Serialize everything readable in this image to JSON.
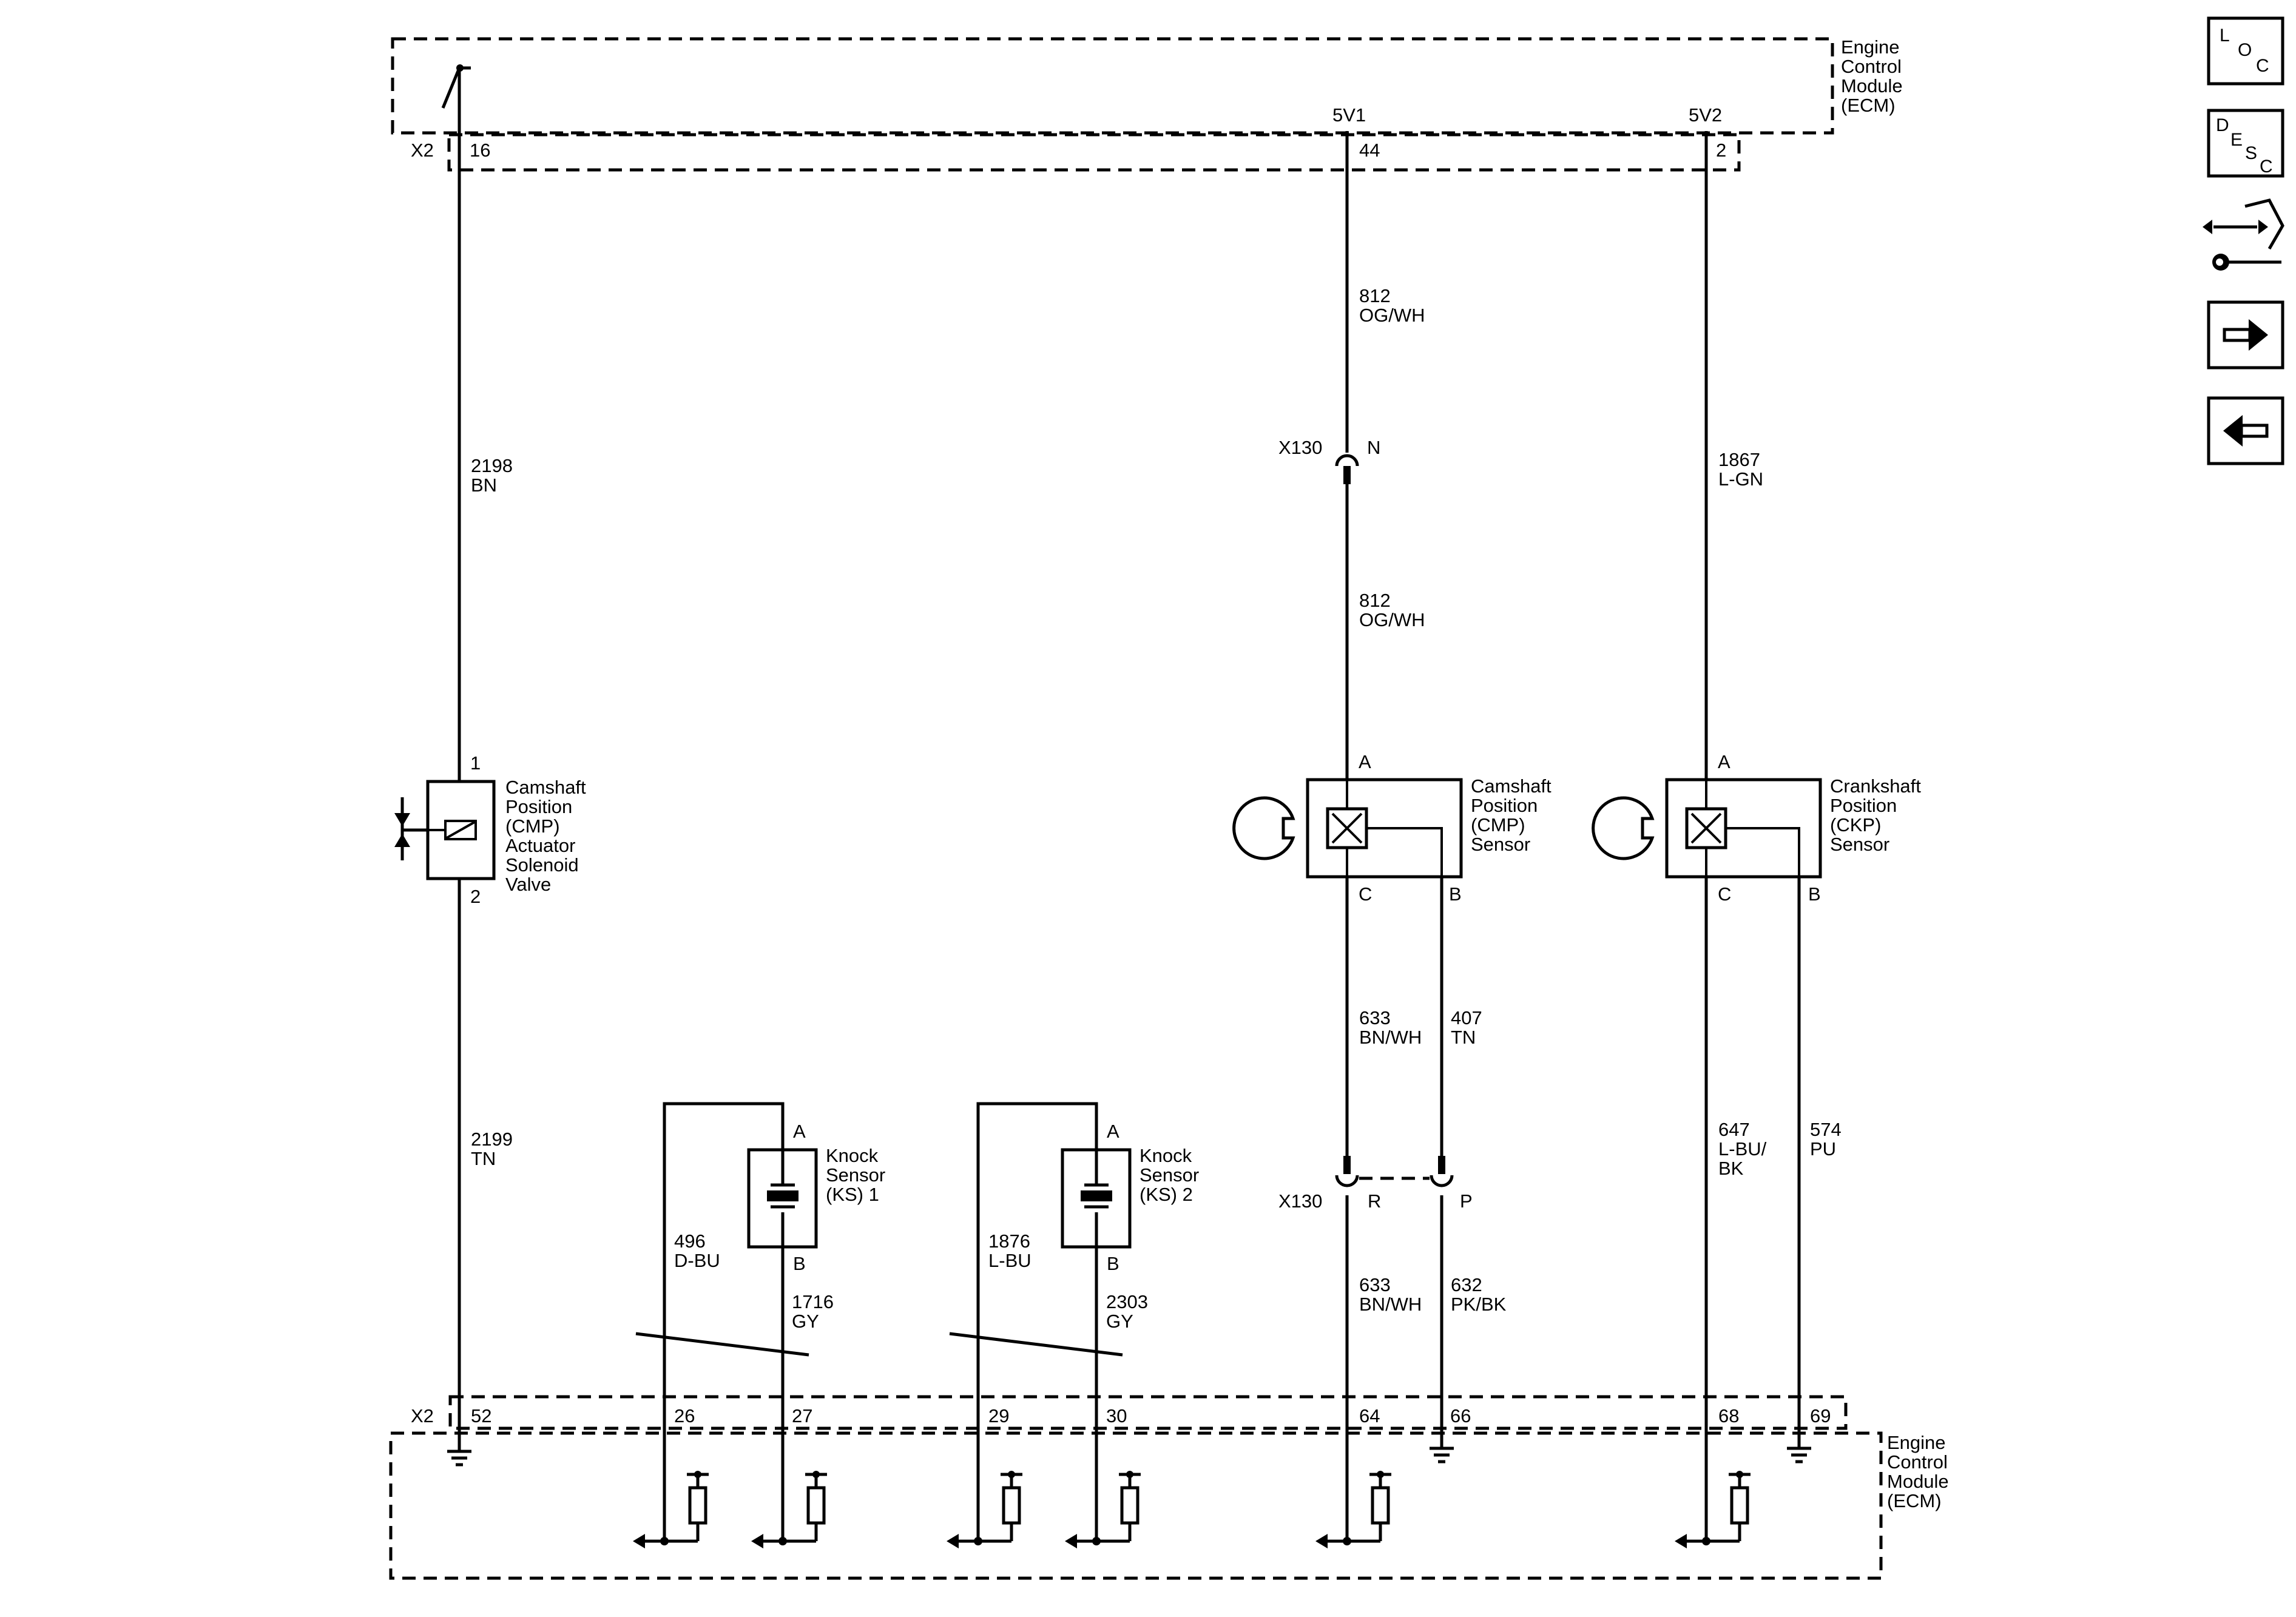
{
  "ecm": {
    "top_label": [
      "Engine",
      "Control",
      "Module",
      "(ECM)"
    ],
    "bottom_label": [
      "Engine",
      "Control",
      "Module",
      "(ECM)"
    ],
    "top_connector": "X2",
    "bottom_connector": "X2",
    "top_pins": {
      "cmp_actuator": "16",
      "cmp_sensor": "44",
      "ckp_sensor": "2"
    },
    "supply_labels": {
      "cmp_sensor": "5V1",
      "ckp_sensor": "5V2"
    },
    "bottom_pins": {
      "cmp_actuator": "52",
      "ks1_a": "26",
      "ks1_b": "27",
      "ks2_a": "29",
      "ks2_b": "30",
      "cmp_c": "64",
      "cmp_b": "66",
      "ckp_c": "68",
      "ckp_b": "69"
    }
  },
  "components": {
    "cmp_actuator": {
      "label": [
        "Camshaft",
        "Position",
        "(CMP)",
        "Actuator",
        "Solenoid",
        "Valve"
      ],
      "pin_top": "1",
      "pin_bottom": "2"
    },
    "cmp_sensor": {
      "label": [
        "Camshaft",
        "Position",
        "(CMP)",
        "Sensor"
      ],
      "pin_a": "A",
      "pin_b": "B",
      "pin_c": "C"
    },
    "ckp_sensor": {
      "label": [
        "Crankshaft",
        "Position",
        "(CKP)",
        "Sensor"
      ],
      "pin_a": "A",
      "pin_b": "B",
      "pin_c": "C"
    },
    "ks1": {
      "label": [
        "Knock",
        "Sensor",
        "(KS) 1"
      ],
      "pin_a": "A",
      "pin_b": "B"
    },
    "ks2": {
      "label": [
        "Knock",
        "Sensor",
        "(KS) 2"
      ],
      "pin_a": "A",
      "pin_b": "B"
    }
  },
  "connector_x130": {
    "label_top": "X130",
    "label_bottom": "X130",
    "pin_n": "N",
    "pin_r": "R",
    "pin_p": "P"
  },
  "wires": {
    "w2198": [
      "2198",
      "BN"
    ],
    "w2199": [
      "2199",
      "TN"
    ],
    "w812_upper": [
      "812",
      "OG/WH"
    ],
    "w812_lower": [
      "812",
      "OG/WH"
    ],
    "w1867": [
      "1867",
      "L-GN"
    ],
    "w633_upper": [
      "633",
      "BN/WH"
    ],
    "w407": [
      "407",
      "TN"
    ],
    "w633_lower": [
      "633",
      "BN/WH"
    ],
    "w632": [
      "632",
      "PK/BK"
    ],
    "w647": [
      "647",
      "L-BU/",
      "BK"
    ],
    "w574": [
      "574",
      "PU"
    ],
    "w496": [
      "496",
      "D-BU"
    ],
    "w1716": [
      "1716",
      "GY"
    ],
    "w1876": [
      "1876",
      "L-BU"
    ],
    "w2303": [
      "2303",
      "GY"
    ]
  },
  "nav": {
    "loc": {
      "letters": [
        "L",
        "O",
        "C"
      ]
    },
    "desc": {
      "letters": [
        "D",
        "E",
        "S",
        "C"
      ]
    },
    "icons": [
      "connector-tool-icon",
      "arrow-right-icon",
      "arrow-left-icon"
    ]
  }
}
